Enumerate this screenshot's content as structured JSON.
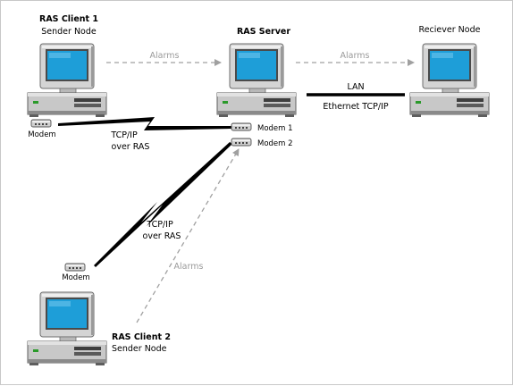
{
  "nodes": {
    "client1": {
      "title": "RAS Client 1",
      "subtitle": "Sender Node",
      "modem_label": "Modem"
    },
    "server": {
      "title": "RAS Server",
      "modem1_label": "Modem 1",
      "modem2_label": "Modem 2"
    },
    "receiver": {
      "title": "Reciever Node"
    },
    "client2": {
      "title": "RAS Client 2",
      "subtitle": "Sender Node",
      "modem_label": "Modem"
    }
  },
  "connections": {
    "alarms_client1_to_server": "Alarms",
    "alarms_server_to_receiver": "Alarms",
    "alarms_client2_to_server": "Alarms",
    "lan_label": "LAN",
    "ethernet_label": "Ethernet TCP/IP",
    "ras1_line1": "TCP/IP",
    "ras1_line2": "over RAS",
    "ras2_line1": "TCP/IP",
    "ras2_line2": "over RAS"
  },
  "colors": {
    "screen": "#1e9ed8",
    "case": "#c8c8c8",
    "case_dark": "#8a8a8a",
    "alarm_line": "#a0a0a0",
    "link_line": "#000000"
  }
}
